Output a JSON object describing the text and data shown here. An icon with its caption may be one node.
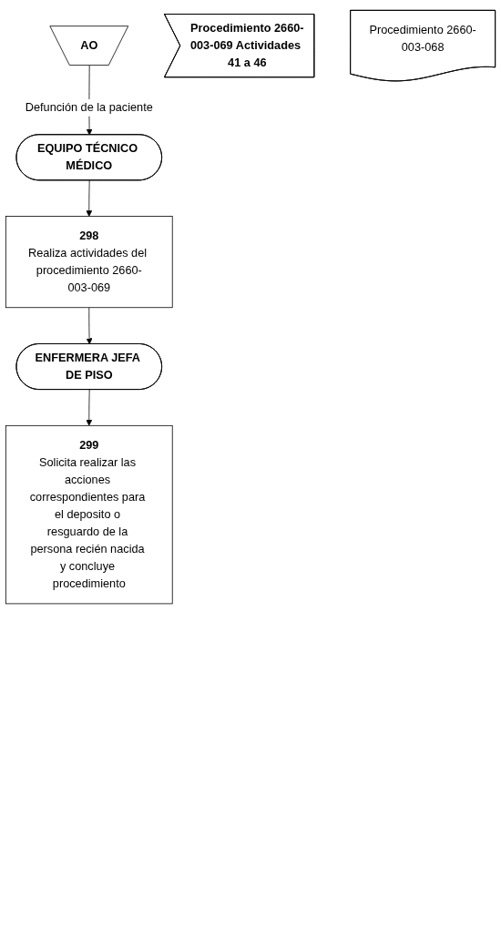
{
  "diagram": {
    "nodes": [
      {
        "text": [
          "AO"
        ]
      },
      {
        "text": [
          "EQUIPO TÉCNICO MÉDICO"
        ]
      },
      {
        "text": [
          "298",
          "Realiza actividades del procedimiento 2660-003-069"
        ]
      },
      {
        "text": [
          "Procedimiento 2660-003-069 Actividades 41 a 46"
        ]
      },
      {
        "text": [
          "ENFERMERA JEFA DE PISO"
        ]
      },
      {
        "text": [
          "299",
          "Solicita realizar las acciones correspondientes para el deposito o resguardo de la persona recién nacida y concluye procedimiento"
        ]
      },
      {
        "text": [
          "Procedimiento 2660-003-068"
        ]
      }
    ],
    "edges": [
      {
        "from": 0,
        "to": 1,
        "arrow": "to",
        "label": "Defunción de la paciente"
      },
      {
        "from": 1,
        "to": 2,
        "arrow": "to"
      },
      {
        "from": 2,
        "to": 4,
        "arrow": "to"
      },
      {
        "from": 4,
        "to": 5,
        "arrow": "to"
      }
    ]
  }
}
